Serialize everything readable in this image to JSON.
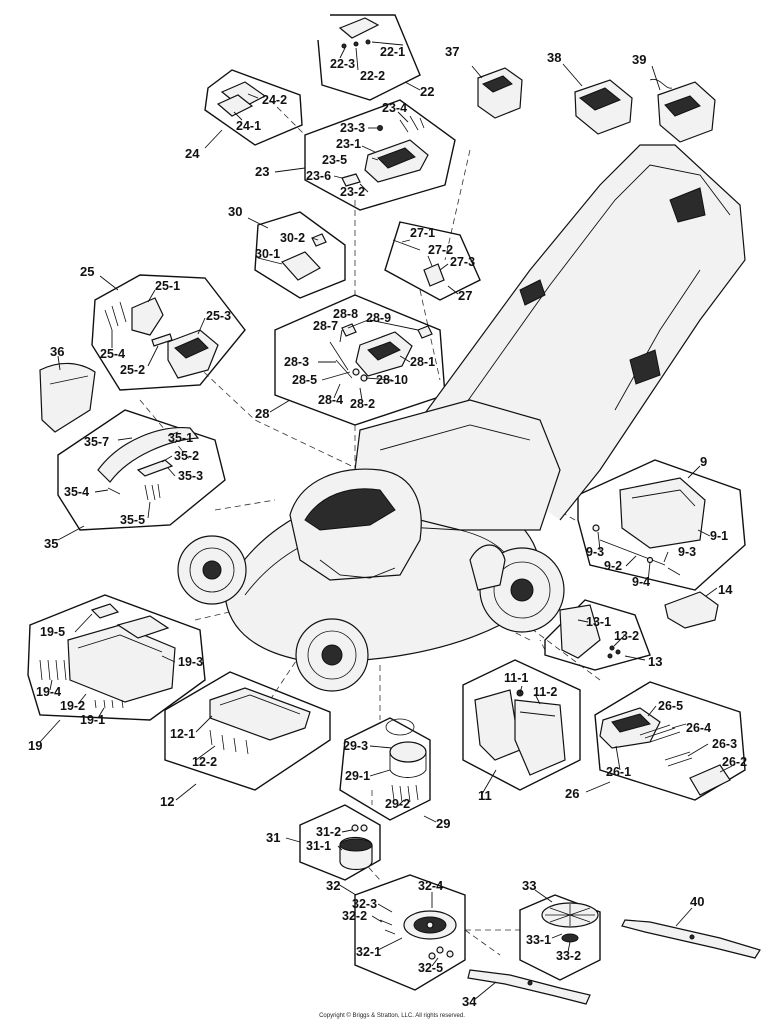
{
  "labels": [
    "37",
    "38",
    "39",
    "22-1",
    "22-3",
    "22-2",
    "22",
    "24-2",
    "24-1",
    "24",
    "23-4",
    "23-3",
    "23-1",
    "23-5",
    "23",
    "23-6",
    "23-2",
    "30",
    "30-2",
    "30-1",
    "27-1",
    "27-2",
    "27-3",
    "27",
    "25",
    "25-1",
    "25-3",
    "25-4",
    "25-2",
    "28-8",
    "28-9",
    "28-7",
    "28-1",
    "28-3",
    "28-5",
    "28-10",
    "28-4",
    "28-2",
    "28",
    "36",
    "35-7",
    "35-1",
    "35-2",
    "35-3",
    "35-4",
    "35-5",
    "35",
    "9",
    "9-1",
    "9-3",
    "9-2",
    "9-3",
    "9-4",
    "14",
    "13-1",
    "13-2",
    "13",
    "19-5",
    "19-3",
    "19-4",
    "19-2",
    "19-1",
    "19",
    "11-1",
    "11-2",
    "11",
    "26-5",
    "26-4",
    "26-3",
    "26-1",
    "26-2",
    "26",
    "12-1",
    "12-2",
    "12",
    "29-3",
    "29-1",
    "29-2",
    "29",
    "31",
    "31-2",
    "31-1",
    "32",
    "32-3",
    "32-4",
    "32-2",
    "32-1",
    "32-5",
    "33",
    "33-1",
    "33-2",
    "40",
    "34"
  ],
  "copyright": "Copyright © Briggs & Stratton, LLC. All rights reserved."
}
